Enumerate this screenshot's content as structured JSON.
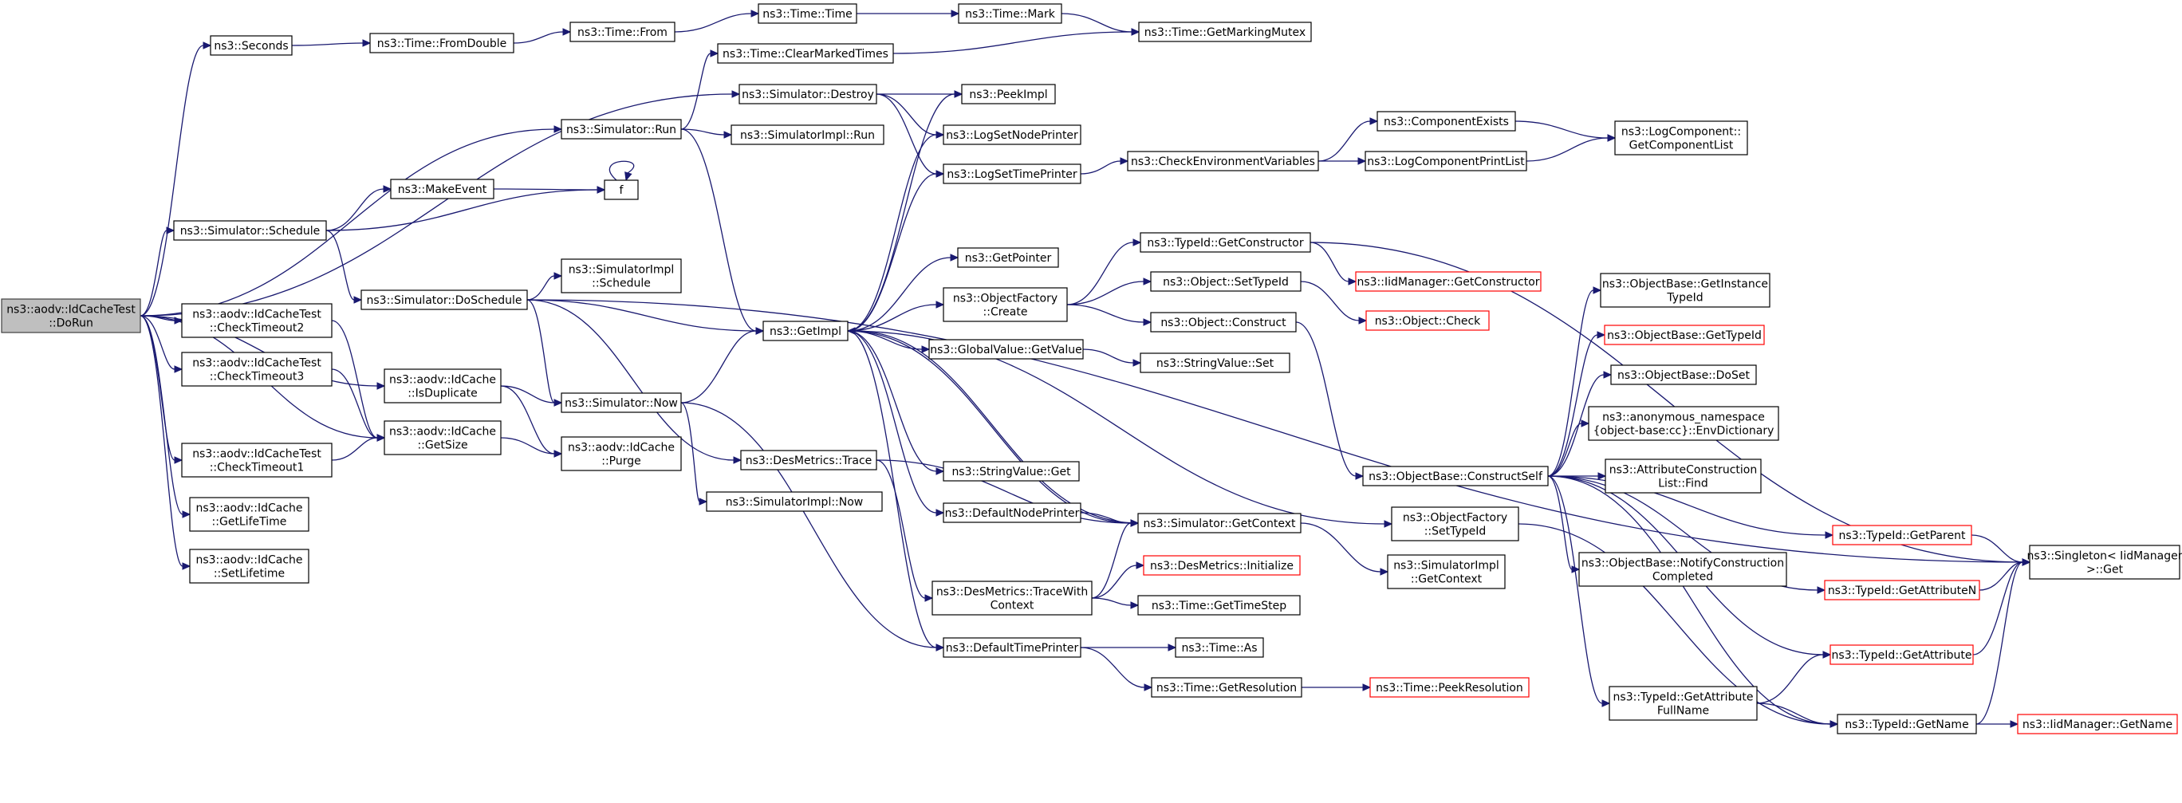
{
  "graph": {
    "colors": {
      "edge": "#191970",
      "node_border": "#000000",
      "truncated_border": "#ff0000",
      "root_fill": "#bfbfbf"
    },
    "nodes": [
      {
        "id": "root",
        "lines": [
          "ns3::aodv::IdCacheTest",
          "::DoRun"
        ],
        "kind": "root"
      },
      {
        "id": "seconds",
        "lines": [
          "ns3::Seconds"
        ]
      },
      {
        "id": "fromdouble",
        "lines": [
          "ns3::Time::FromDouble"
        ]
      },
      {
        "id": "from",
        "lines": [
          "ns3::Time::From"
        ]
      },
      {
        "id": "timetime",
        "lines": [
          "ns3::Time::Time"
        ]
      },
      {
        "id": "mark",
        "lines": [
          "ns3::Time::Mark"
        ]
      },
      {
        "id": "markingmutex",
        "lines": [
          "ns3::Time::GetMarkingMutex"
        ]
      },
      {
        "id": "clearmarked",
        "lines": [
          "ns3::Time::ClearMarkedTimes"
        ]
      },
      {
        "id": "destroy",
        "lines": [
          "ns3::Simulator::Destroy"
        ]
      },
      {
        "id": "peekimpl",
        "lines": [
          "ns3::PeekImpl"
        ]
      },
      {
        "id": "run",
        "lines": [
          "ns3::Simulator::Run"
        ]
      },
      {
        "id": "implrun",
        "lines": [
          "ns3::SimulatorImpl::Run"
        ]
      },
      {
        "id": "lognode",
        "lines": [
          "ns3::LogSetNodePrinter"
        ]
      },
      {
        "id": "logtime",
        "lines": [
          "ns3::LogSetTimePrinter"
        ]
      },
      {
        "id": "checkenv",
        "lines": [
          "ns3::CheckEnvironmentVariables"
        ]
      },
      {
        "id": "compexists",
        "lines": [
          "ns3::ComponentExists"
        ]
      },
      {
        "id": "logprint",
        "lines": [
          "ns3::LogComponentPrintList"
        ]
      },
      {
        "id": "getcomplist",
        "lines": [
          "ns3::LogComponent::",
          "GetComponentList"
        ]
      },
      {
        "id": "makeevent",
        "lines": [
          "ns3::MakeEvent"
        ]
      },
      {
        "id": "f",
        "lines": [
          "f"
        ]
      },
      {
        "id": "schedule",
        "lines": [
          "ns3::Simulator::Schedule"
        ]
      },
      {
        "id": "getpointer",
        "lines": [
          "ns3::GetPointer"
        ]
      },
      {
        "id": "getctor",
        "lines": [
          "ns3::TypeId::GetConstructor"
        ]
      },
      {
        "id": "iidctor",
        "lines": [
          "ns3::IidManager::GetConstructor"
        ],
        "kind": "trunc"
      },
      {
        "id": "doschedule",
        "lines": [
          "ns3::Simulator::DoSchedule"
        ]
      },
      {
        "id": "implschedule",
        "lines": [
          "ns3::SimulatorImpl",
          "::Schedule"
        ]
      },
      {
        "id": "factorycreate",
        "lines": [
          "ns3::ObjectFactory",
          "::Create"
        ]
      },
      {
        "id": "objsettypeid",
        "lines": [
          "ns3::Object::SetTypeId"
        ]
      },
      {
        "id": "objcheck",
        "lines": [
          "ns3::Object::Check"
        ],
        "kind": "trunc"
      },
      {
        "id": "objconstruct",
        "lines": [
          "ns3::Object::Construct"
        ]
      },
      {
        "id": "getimpl",
        "lines": [
          "ns3::GetImpl"
        ]
      },
      {
        "id": "ct2",
        "lines": [
          "ns3::aodv::IdCacheTest",
          "::CheckTimeout2"
        ]
      },
      {
        "id": "ct3",
        "lines": [
          "ns3::aodv::IdCacheTest",
          "::CheckTimeout3"
        ]
      },
      {
        "id": "ct1",
        "lines": [
          "ns3::aodv::IdCacheTest",
          "::CheckTimeout1"
        ]
      },
      {
        "id": "isdup",
        "lines": [
          "ns3::aodv::IdCache",
          "::IsDuplicate"
        ]
      },
      {
        "id": "getsize",
        "lines": [
          "ns3::aodv::IdCache",
          "::GetSize"
        ]
      },
      {
        "id": "now",
        "lines": [
          "ns3::Simulator::Now"
        ]
      },
      {
        "id": "purge",
        "lines": [
          "ns3::aodv::IdCache",
          "::Purge"
        ]
      },
      {
        "id": "gvgetvalue",
        "lines": [
          "ns3::GlobalValue::GetValue"
        ]
      },
      {
        "id": "svset",
        "lines": [
          "ns3::StringValue::Set"
        ]
      },
      {
        "id": "trace",
        "lines": [
          "ns3::DesMetrics::Trace"
        ]
      },
      {
        "id": "svget",
        "lines": [
          "ns3::StringValue::Get"
        ]
      },
      {
        "id": "implnow",
        "lines": [
          "ns3::SimulatorImpl::Now"
        ]
      },
      {
        "id": "defnode",
        "lines": [
          "ns3::DefaultNodePrinter"
        ]
      },
      {
        "id": "getcontext",
        "lines": [
          "ns3::Simulator::GetContext"
        ]
      },
      {
        "id": "getlifetime",
        "lines": [
          "ns3::aodv::IdCache",
          "::GetLifeTime"
        ]
      },
      {
        "id": "setlifetime",
        "lines": [
          "ns3::aodv::IdCache",
          "::SetLifetime"
        ]
      },
      {
        "id": "initialize",
        "lines": [
          "ns3::DesMetrics::Initialize"
        ],
        "kind": "trunc"
      },
      {
        "id": "tracewith",
        "lines": [
          "ns3::DesMetrics::TraceWith",
          "Context"
        ]
      },
      {
        "id": "gettimestep",
        "lines": [
          "ns3::Time::GetTimeStep"
        ]
      },
      {
        "id": "deftime",
        "lines": [
          "ns3::DefaultTimePrinter"
        ]
      },
      {
        "id": "timeas",
        "lines": [
          "ns3::Time::As"
        ]
      },
      {
        "id": "getres",
        "lines": [
          "ns3::Time::GetResolution"
        ]
      },
      {
        "id": "peekres",
        "lines": [
          "ns3::Time::PeekResolution"
        ],
        "kind": "trunc"
      },
      {
        "id": "constructself",
        "lines": [
          "ns3::ObjectBase::ConstructSelf"
        ]
      },
      {
        "id": "ofsettypeid",
        "lines": [
          "ns3::ObjectFactory",
          "::SetTypeId"
        ]
      },
      {
        "id": "implgetcontext",
        "lines": [
          "ns3::SimulatorImpl",
          "::GetContext"
        ]
      },
      {
        "id": "obgetinst",
        "lines": [
          "ns3::ObjectBase::GetInstance",
          "TypeId"
        ]
      },
      {
        "id": "obgettypeid",
        "lines": [
          "ns3::ObjectBase::GetTypeId"
        ],
        "kind": "trunc"
      },
      {
        "id": "obdoset",
        "lines": [
          "ns3::ObjectBase::DoSet"
        ]
      },
      {
        "id": "envdict",
        "lines": [
          "ns3::anonymous_namespace",
          "{object-base:cc}::EnvDictionary"
        ]
      },
      {
        "id": "acfind",
        "lines": [
          "ns3::AttributeConstruction",
          "List::Find"
        ]
      },
      {
        "id": "notifyconst",
        "lines": [
          "ns3::ObjectBase::NotifyConstruction",
          "Completed"
        ]
      },
      {
        "id": "getparent",
        "lines": [
          "ns3::TypeId::GetParent"
        ],
        "kind": "trunc"
      },
      {
        "id": "getattrn",
        "lines": [
          "ns3::TypeId::GetAttributeN"
        ],
        "kind": "trunc"
      },
      {
        "id": "getattr",
        "lines": [
          "ns3::TypeId::GetAttribute"
        ],
        "kind": "trunc"
      },
      {
        "id": "getattrfull",
        "lines": [
          "ns3::TypeId::GetAttribute",
          "FullName"
        ]
      },
      {
        "id": "getname",
        "lines": [
          "ns3::TypeId::GetName"
        ]
      },
      {
        "id": "iidgetname",
        "lines": [
          "ns3::IidManager::GetName"
        ],
        "kind": "trunc"
      },
      {
        "id": "singleton",
        "lines": [
          "ns3::Singleton< IidManager",
          ">::Get"
        ]
      }
    ],
    "edges": [
      [
        "root",
        "seconds"
      ],
      [
        "root",
        "destroy"
      ],
      [
        "root",
        "run"
      ],
      [
        "root",
        "schedule"
      ],
      [
        "root",
        "ct2"
      ],
      [
        "root",
        "ct3"
      ],
      [
        "root",
        "ct1"
      ],
      [
        "root",
        "isdup"
      ],
      [
        "root",
        "getsize"
      ],
      [
        "root",
        "getlifetime"
      ],
      [
        "root",
        "setlifetime"
      ],
      [
        "seconds",
        "fromdouble"
      ],
      [
        "fromdouble",
        "from"
      ],
      [
        "from",
        "timetime"
      ],
      [
        "timetime",
        "mark"
      ],
      [
        "mark",
        "markingmutex"
      ],
      [
        "clearmarked",
        "markingmutex"
      ],
      [
        "destroy",
        "peekimpl"
      ],
      [
        "destroy",
        "lognode"
      ],
      [
        "destroy",
        "logtime"
      ],
      [
        "run",
        "clearmarked"
      ],
      [
        "run",
        "implrun"
      ],
      [
        "run",
        "getimpl"
      ],
      [
        "logtime",
        "checkenv"
      ],
      [
        "checkenv",
        "compexists"
      ],
      [
        "checkenv",
        "logprint"
      ],
      [
        "compexists",
        "getcomplist"
      ],
      [
        "logprint",
        "getcomplist"
      ],
      [
        "schedule",
        "makeevent"
      ],
      [
        "schedule",
        "f"
      ],
      [
        "schedule",
        "doschedule"
      ],
      [
        "makeevent",
        "f"
      ],
      [
        "f",
        "f"
      ],
      [
        "doschedule",
        "singleton"
      ],
      [
        "doschedule",
        "implschedule"
      ],
      [
        "doschedule",
        "getimpl"
      ],
      [
        "doschedule",
        "now"
      ],
      [
        "doschedule",
        "trace"
      ],
      [
        "getimpl",
        "peekimpl"
      ],
      [
        "getimpl",
        "lognode"
      ],
      [
        "getimpl",
        "logtime"
      ],
      [
        "getimpl",
        "getpointer"
      ],
      [
        "getimpl",
        "factorycreate"
      ],
      [
        "getimpl",
        "gvgetvalue"
      ],
      [
        "getimpl",
        "svget"
      ],
      [
        "getimpl",
        "defnode"
      ],
      [
        "getimpl",
        "getcontext"
      ],
      [
        "getimpl",
        "deftime"
      ],
      [
        "getimpl",
        "ofsettypeid"
      ],
      [
        "factorycreate",
        "getctor"
      ],
      [
        "factorycreate",
        "objsettypeid"
      ],
      [
        "factorycreate",
        "objconstruct"
      ],
      [
        "getctor",
        "iidctor"
      ],
      [
        "getctor",
        "singleton"
      ],
      [
        "objsettypeid",
        "objcheck"
      ],
      [
        "objconstruct",
        "constructself"
      ],
      [
        "gvgetvalue",
        "svset"
      ],
      [
        "ct2",
        "getsize"
      ],
      [
        "ct3",
        "getsize"
      ],
      [
        "ct1",
        "getsize"
      ],
      [
        "isdup",
        "now"
      ],
      [
        "isdup",
        "purge"
      ],
      [
        "getsize",
        "purge"
      ],
      [
        "now",
        "getimpl"
      ],
      [
        "now",
        "implnow"
      ],
      [
        "now",
        "deftime"
      ],
      [
        "trace",
        "getcontext"
      ],
      [
        "trace",
        "tracewith"
      ],
      [
        "defnode",
        "getcontext"
      ],
      [
        "getcontext",
        "getimpl"
      ],
      [
        "getcontext",
        "implgetcontext"
      ],
      [
        "tracewith",
        "getcontext"
      ],
      [
        "tracewith",
        "initialize"
      ],
      [
        "tracewith",
        "gettimestep"
      ],
      [
        "deftime",
        "timeas"
      ],
      [
        "deftime",
        "getres"
      ],
      [
        "getres",
        "peekres"
      ],
      [
        "constructself",
        "obgetinst"
      ],
      [
        "constructself",
        "obgettypeid"
      ],
      [
        "constructself",
        "obdoset"
      ],
      [
        "constructself",
        "envdict"
      ],
      [
        "constructself",
        "acfind"
      ],
      [
        "constructself",
        "notifyconst"
      ],
      [
        "constructself",
        "getparent"
      ],
      [
        "constructself",
        "getattrn"
      ],
      [
        "constructself",
        "getattr"
      ],
      [
        "constructself",
        "getattrfull"
      ],
      [
        "constructself",
        "getname"
      ],
      [
        "ofsettypeid",
        "getname"
      ],
      [
        "getparent",
        "singleton"
      ],
      [
        "getattrn",
        "singleton"
      ],
      [
        "getattr",
        "singleton"
      ],
      [
        "getattrfull",
        "getattr"
      ],
      [
        "getattrfull",
        "getname"
      ],
      [
        "getname",
        "iidgetname"
      ],
      [
        "getname",
        "singleton"
      ]
    ]
  }
}
